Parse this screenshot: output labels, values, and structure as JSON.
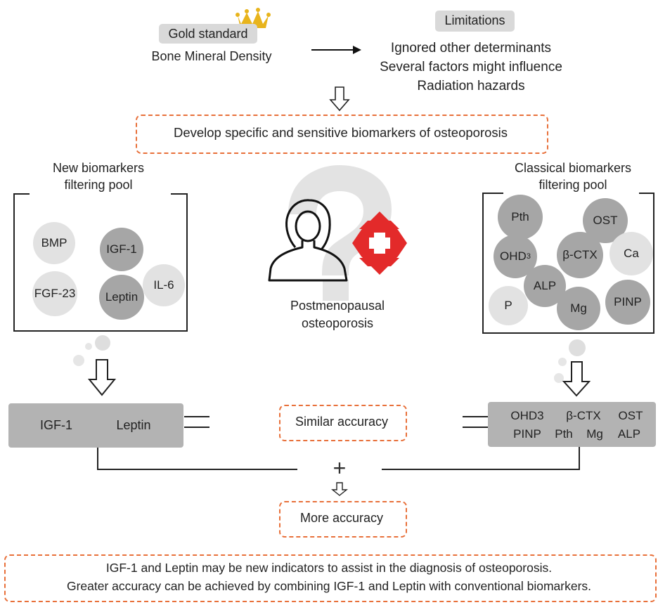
{
  "header": {
    "gold_standard_title": "Gold standard",
    "gold_standard_subtitle": "Bone Mineral Density",
    "limitations_title": "Limitations",
    "limitations": [
      "Ignored other determinants",
      "Several factors might influence",
      "Radiation hazards"
    ]
  },
  "develop_box": "Develop specific and sensitive biomarkers of osteoporosis",
  "new_pool": {
    "title_line1": "New biomarkers",
    "title_line2": "filtering pool",
    "markers": [
      "BMP",
      "IGF-1",
      "FGF-23",
      "Leptin",
      "IL-6"
    ]
  },
  "center": {
    "label_line1": "Postmenopausal",
    "label_line2": "osteoporosis"
  },
  "classical_pool": {
    "title_line1": "Classical biomarkers",
    "title_line2": "filtering pool",
    "markers": [
      "Pth",
      "OST",
      "OHD",
      "3",
      "β-CTX",
      "Ca",
      "ALP",
      "P",
      "Mg",
      "PINP"
    ]
  },
  "results": {
    "left_panel": [
      "IGF-1",
      "Leptin"
    ],
    "right_panel_row1": [
      "OHD3",
      "β-CTX",
      "OST"
    ],
    "right_panel_row2": [
      "PINP",
      "Pth",
      "Mg",
      "ALP"
    ],
    "similar_accuracy": "Similar accuracy",
    "plus": "+",
    "more_accuracy": "More accuracy"
  },
  "conclusion": {
    "line1": "IGF-1 and Leptin may be new indicators to assist in the diagnosis of osteoporosis.",
    "line2": "Greater accuracy can be achieved by combining IGF-1 and Leptin  with conventional biomarkers."
  },
  "colors": {
    "dash_orange": "#e8703a",
    "crown_gold": "#e8b41c",
    "medical_red": "#e32a2a",
    "grey_panel": "#b3b3b3"
  }
}
